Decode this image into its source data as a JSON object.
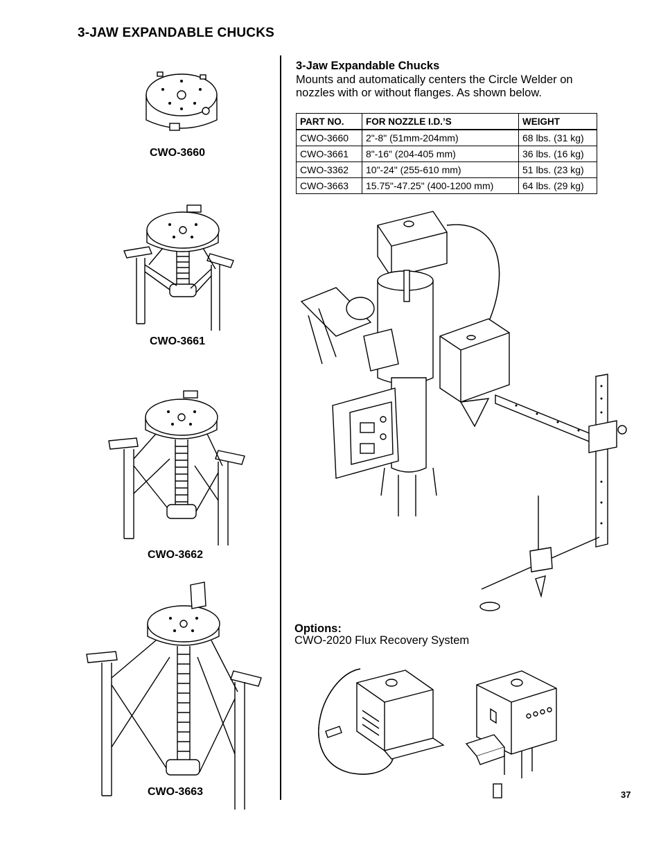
{
  "page": {
    "title": "3-JAW EXPANDABLE CHUCKS",
    "number": "37"
  },
  "chucks": [
    {
      "caption": "CWO-3660",
      "illustration": "chuck-compact"
    },
    {
      "caption": "CWO-3661",
      "illustration": "chuck-short-legs"
    },
    {
      "caption": "CWO-3662",
      "illustration": "chuck-medium-legs"
    },
    {
      "caption": "CWO-3663",
      "illustration": "chuck-long-legs"
    }
  ],
  "intro": {
    "title": "3-Jaw Expandable Chucks",
    "body": "Mounts and automatically centers the Circle Welder on nozzles with or without flanges. As shown below."
  },
  "spec_table": {
    "headers": [
      "PART NO.",
      "FOR NOZZLE I.D.’S",
      "WEIGHT"
    ],
    "rows": [
      [
        "CWO-3660",
        "2\"-8\" (51mm-204mm)",
        "68 lbs. (31 kg)"
      ],
      [
        "CWO-3661",
        "8\"-16\" (204-405 mm)",
        "36 lbs. (16 kg)"
      ],
      [
        "CWO-3362",
        "10\"-24\" (255-610 mm)",
        "51 lbs. (23 kg)"
      ],
      [
        "CWO-3663",
        "15.75\"-47.25\" (400-1200 mm)",
        "64 lbs. (29 kg)"
      ]
    ]
  },
  "figures": {
    "welder": "circle-welder-assembly",
    "flux_a": "flux-recovery-unit-side",
    "flux_b": "flux-recovery-unit-front"
  },
  "options": {
    "title": "Options:",
    "items": [
      "CWO-2020 Flux Recovery System"
    ]
  }
}
